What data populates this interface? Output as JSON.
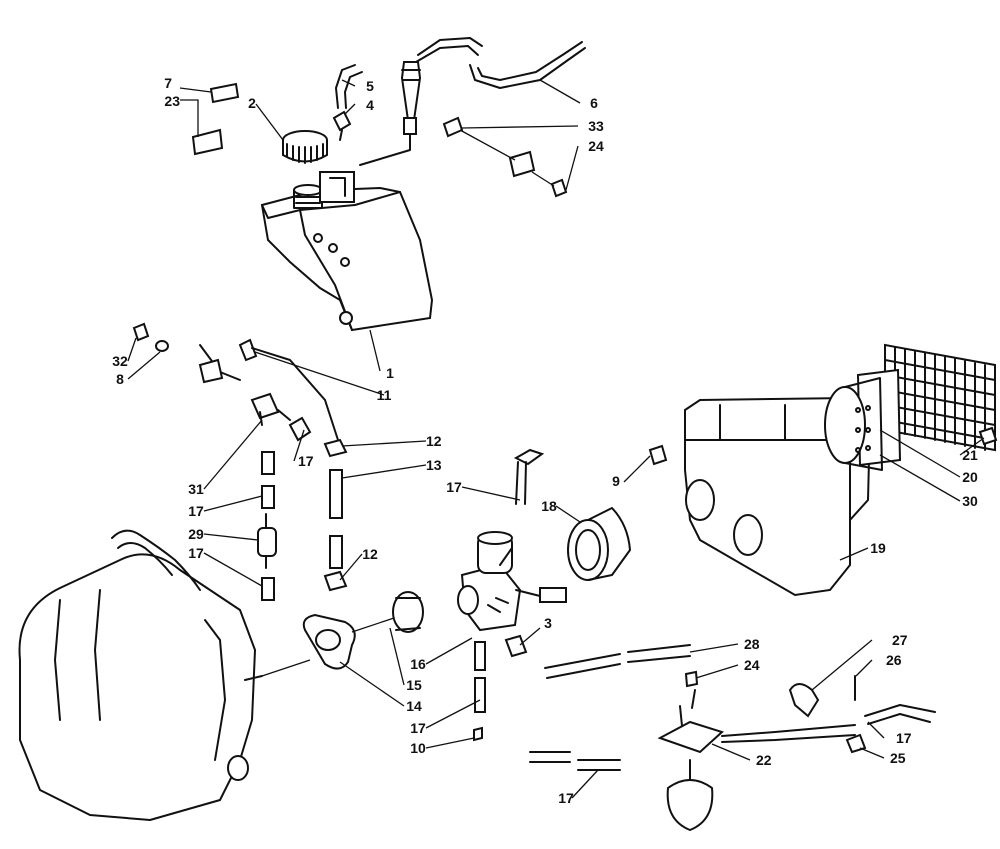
{
  "diagram": {
    "callouts": [
      {
        "id": "c7",
        "label": "7"
      },
      {
        "id": "c23",
        "label": "23"
      },
      {
        "id": "c2",
        "label": "2"
      },
      {
        "id": "c5",
        "label": "5"
      },
      {
        "id": "c4",
        "label": "4"
      },
      {
        "id": "c6",
        "label": "6"
      },
      {
        "id": "c33",
        "label": "33"
      },
      {
        "id": "c24a",
        "label": "24"
      },
      {
        "id": "c32",
        "label": "32"
      },
      {
        "id": "c8",
        "label": "8"
      },
      {
        "id": "c1",
        "label": "1"
      },
      {
        "id": "c11",
        "label": "11"
      },
      {
        "id": "c12a",
        "label": "12"
      },
      {
        "id": "c13",
        "label": "13"
      },
      {
        "id": "c17a",
        "label": "17"
      },
      {
        "id": "c31",
        "label": "31"
      },
      {
        "id": "c17b",
        "label": "17"
      },
      {
        "id": "c29",
        "label": "29"
      },
      {
        "id": "c17c",
        "label": "17"
      },
      {
        "id": "c9",
        "label": "9"
      },
      {
        "id": "c17d",
        "label": "17"
      },
      {
        "id": "c18",
        "label": "18"
      },
      {
        "id": "c21",
        "label": "21"
      },
      {
        "id": "c20",
        "label": "20"
      },
      {
        "id": "c30",
        "label": "30"
      },
      {
        "id": "c19",
        "label": "19"
      },
      {
        "id": "c12b",
        "label": "12"
      },
      {
        "id": "c3",
        "label": "3"
      },
      {
        "id": "c16",
        "label": "16"
      },
      {
        "id": "c15",
        "label": "15"
      },
      {
        "id": "c14",
        "label": "14"
      },
      {
        "id": "c17e",
        "label": "17"
      },
      {
        "id": "c10",
        "label": "10"
      },
      {
        "id": "c28",
        "label": "28"
      },
      {
        "id": "c24b",
        "label": "24"
      },
      {
        "id": "c27",
        "label": "27"
      },
      {
        "id": "c26",
        "label": "26"
      },
      {
        "id": "c17f",
        "label": "17"
      },
      {
        "id": "c25",
        "label": "25"
      },
      {
        "id": "c22",
        "label": "22"
      },
      {
        "id": "c17g",
        "label": "17"
      }
    ]
  }
}
